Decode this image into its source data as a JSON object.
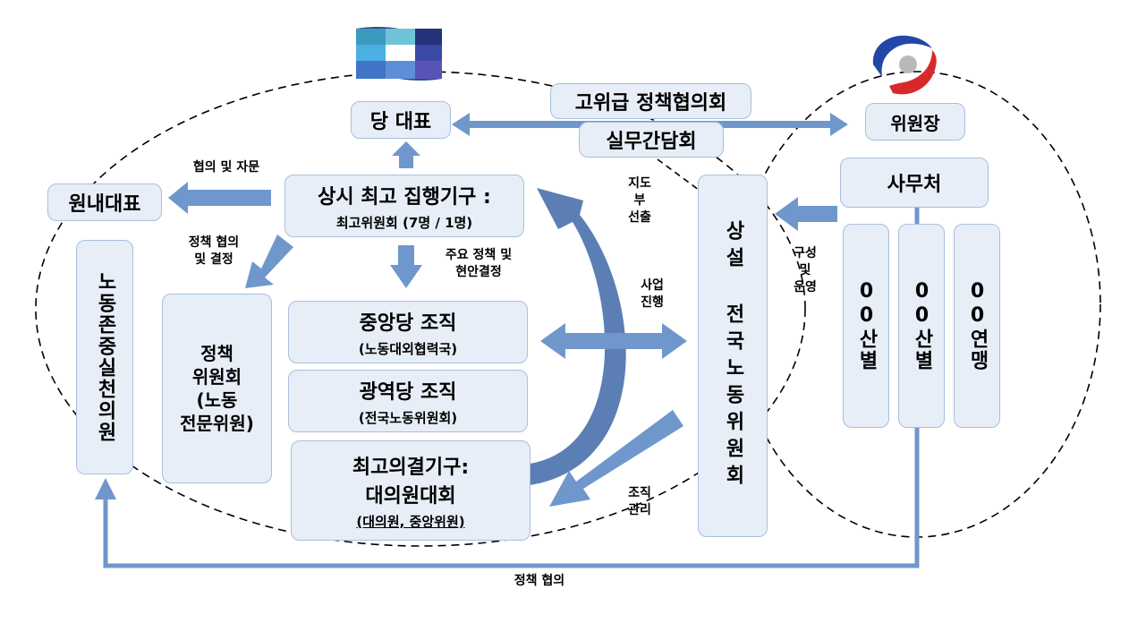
{
  "boxes": {
    "party_leader": "당 대표",
    "high_council": "고위급 정책협의회",
    "working_talks": "실무간담회",
    "chairman": "위원장",
    "floor_leader": "원내대표",
    "supreme_exec_title": "상시 최고 집행기구 :",
    "supreme_exec_sub": "최고위원회 (7명 / 1명)",
    "secretariat": "사무처",
    "labor_respect": "노동존중실천의원",
    "policy_committee_l1": "정책",
    "policy_committee_l2": "위원회",
    "policy_committee_l3": "(노동",
    "policy_committee_l4": "전문위원)",
    "central_party_title": "중앙당 조직",
    "central_party_sub": "(노동대외협력국)",
    "regional_party_title": "광역당 조직",
    "regional_party_sub": "(전국노동위원회)",
    "supreme_decision_l1": "최고의결기구:",
    "supreme_decision_l2": "대의원대회",
    "supreme_decision_sub": "(대의원, 중앙위원)",
    "national_labor": "상설 전국노동위원회",
    "industry_union_1": "00산별",
    "industry_union_2": "00산별",
    "federation": "00연맹"
  },
  "labels": {
    "consult_advise": "협의 및 자문",
    "policy_consult_decide_l1": "정책 협의",
    "policy_consult_decide_l2": "및 결정",
    "major_policy_l1": "주요 정책 및",
    "major_policy_l2": "현안결정",
    "guidance_l1": "지도",
    "guidance_l2": "부",
    "guidance_l3": "선출",
    "project_l1": "사업",
    "project_l2": "진행",
    "compose_l1": "구성",
    "compose_l2": "및",
    "compose_l3": "운영",
    "org_manage_l1": "조직",
    "org_manage_l2": "관리",
    "policy_consult_bottom": "정책 협의"
  },
  "colors": {
    "box_fill": "#e7eef8",
    "box_border": "#a9bfdb",
    "arrow": "#6f97cc",
    "curve_arrow": "#5b7fb4"
  },
  "icons": {
    "party_flag": "party-flag-icon",
    "union_logo": "union-logo-icon"
  }
}
